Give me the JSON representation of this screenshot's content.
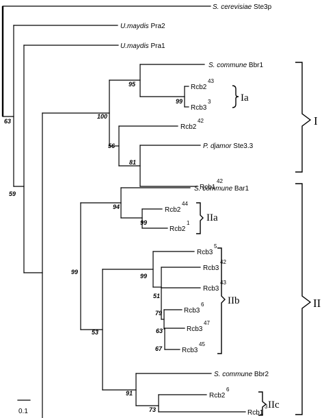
{
  "tree": {
    "leaves": [
      {
        "species": "S. cerevisiae",
        "name": "Ste3p",
        "sup": ""
      },
      {
        "species": "U.maydis",
        "name": "Pra2",
        "sup": ""
      },
      {
        "species": "U.maydis",
        "name": "Pra1",
        "sup": ""
      },
      {
        "species": "S. commune",
        "name": "Bbr1",
        "sup": ""
      },
      {
        "species": "",
        "name": "Rcb2",
        "sup": "43"
      },
      {
        "species": "",
        "name": "Rcb3",
        "sup": "3"
      },
      {
        "species": "",
        "name": "Rcb2",
        "sup": "42"
      },
      {
        "species": "P. djamor",
        "name": "Ste3.3",
        "sup": ""
      },
      {
        "species": "",
        "name": "Rcb1",
        "sup": "42"
      },
      {
        "species": "S. commune",
        "name": "Bar1",
        "sup": ""
      },
      {
        "species": "",
        "name": "Rcb2",
        "sup": "44"
      },
      {
        "species": "",
        "name": "Rcb2",
        "sup": "1"
      },
      {
        "species": "",
        "name": "Rcb3",
        "sup": "5"
      },
      {
        "species": "",
        "name": "Rcb3",
        "sup": "42"
      },
      {
        "species": "",
        "name": "Rcb3",
        "sup": "43"
      },
      {
        "species": "",
        "name": "Rcb3",
        "sup": "6"
      },
      {
        "species": "",
        "name": "Rcb3",
        "sup": "47"
      },
      {
        "species": "",
        "name": "Rcb3",
        "sup": "45"
      },
      {
        "species": "S. commune",
        "name": "Bbr2",
        "sup": ""
      },
      {
        "species": "",
        "name": "Rcb2",
        "sup": "6"
      },
      {
        "species": "",
        "name": "Rcb1",
        "sup": "3"
      }
    ],
    "bootstrap": [
      "63",
      "59",
      "100",
      "95",
      "99",
      "56",
      "81",
      "99",
      "94",
      "99",
      "53",
      "99",
      "51",
      "79",
      "63",
      "67",
      "91",
      "73"
    ],
    "clades": {
      "I": "I",
      "Ia": "Ia",
      "II": "II",
      "IIa": "IIa",
      "IIb": "IIb",
      "IIc": "IIc"
    },
    "scale_label": "0.1"
  }
}
